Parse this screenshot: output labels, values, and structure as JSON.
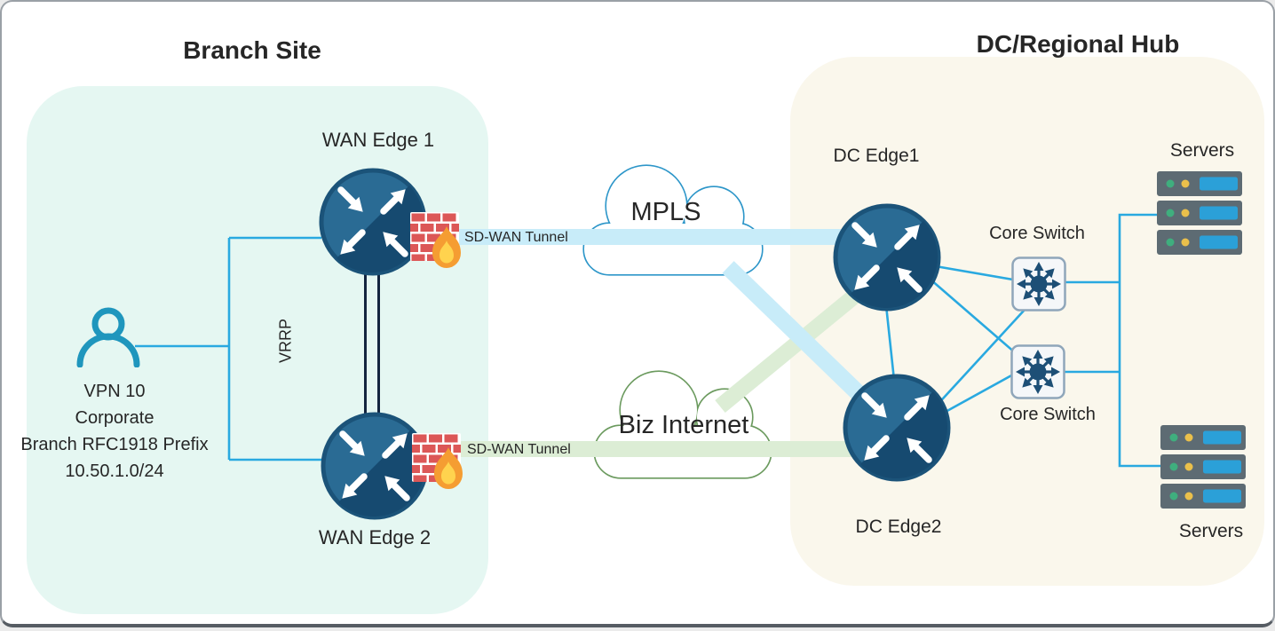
{
  "titles": {
    "branch": "Branch Site",
    "hub": "DC/Regional Hub"
  },
  "branch": {
    "wan_edge1_label": "WAN Edge 1",
    "wan_edge2_label": "WAN Edge 2",
    "vrrp_label": "VRRP",
    "lan_info": {
      "lines": [
        "VPN 10",
        "Corporate",
        "Branch RFC1918 Prefix",
        "10.50.1.0/24"
      ]
    }
  },
  "transport": {
    "mpls_label": "MPLS",
    "internet_label": "Biz Internet",
    "mpls_tunnel_label": "SD-WAN Tunnel",
    "internet_tunnel_label": "SD-WAN Tunnel"
  },
  "hub": {
    "dc_edge1_label": "DC Edge1",
    "dc_edge2_label": "DC Edge2",
    "core_switch1_label": "Core Switch",
    "core_switch2_label": "Core Switch",
    "servers_top_label": "Servers",
    "servers_bottom_label": "Servers"
  },
  "colors": {
    "branch_panel": "#e5f7f2",
    "hub_panel": "#faf7ec",
    "link_blue": "#29a9e0",
    "vrrp_link": "#13243f",
    "mpls_outline": "#2d96c9",
    "internet_outline": "#6b9a5e",
    "mpls_band": "#c8ecf9",
    "internet_band": "#dcedd5",
    "router_fill": "#2a6b94",
    "router_fill_dark": "#164a70",
    "router_rim": "#1b5379",
    "switch_dark": "#1d4f76",
    "server_body": "#5d6b73",
    "server_led_green": "#3fae7e",
    "server_led_yellow": "#eac04b",
    "server_panel": "#2ba0d8",
    "firewall_brick": "#dc5757",
    "flame_orange": "#f59d32",
    "flame_yellow": "#ffd34e",
    "person_blue": "#1f96bd",
    "text_dark": "#262626"
  }
}
